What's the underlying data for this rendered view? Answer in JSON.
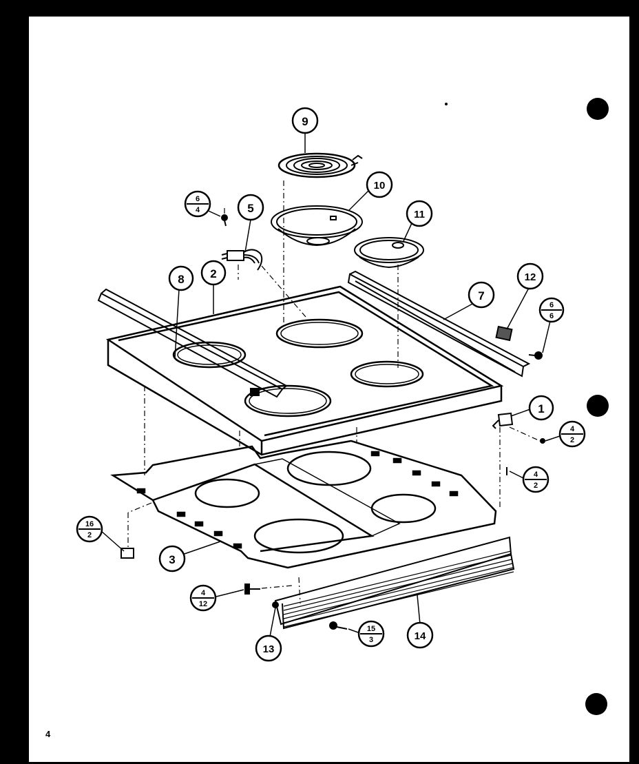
{
  "page": {
    "number": "4"
  },
  "callouts": {
    "c1": "1",
    "c2": "2",
    "c3": "3",
    "c5": "5",
    "c7": "7",
    "c8": "8",
    "c9": "9",
    "c10": "10",
    "c11": "11",
    "c12": "12",
    "c13": "13",
    "c14": "14"
  },
  "fraction_callouts": {
    "f_6_4": {
      "top": "6",
      "bottom": "4"
    },
    "f_6_6": {
      "top": "6",
      "bottom": "6"
    },
    "f_4_2a": {
      "top": "4",
      "bottom": "2"
    },
    "f_4_2b": {
      "top": "4",
      "bottom": "2"
    },
    "f_16_2": {
      "top": "16",
      "bottom": "2"
    },
    "f_4_12": {
      "top": "4",
      "bottom": "12"
    },
    "f_15_3": {
      "top": "15",
      "bottom": "3"
    }
  }
}
